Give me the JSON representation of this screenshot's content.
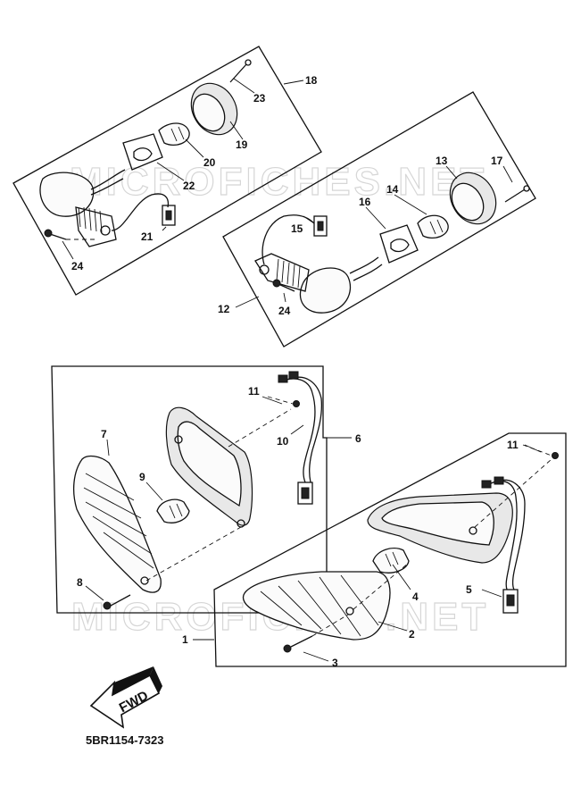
{
  "watermark": {
    "top": "MICROFICHES.NET",
    "bottom": "MICROFICHES.NET"
  },
  "callouts": {
    "c1": "1",
    "c2": "2",
    "c3": "3",
    "c4": "4",
    "c5": "5",
    "c6": "6",
    "c7": "7",
    "c8": "8",
    "c9": "9",
    "c10": "10",
    "c11a": "11",
    "c11b": "11",
    "c12": "12",
    "c13": "13",
    "c14": "14",
    "c15": "15",
    "c16": "16",
    "c17": "17",
    "c18": "18",
    "c19": "19",
    "c20": "20",
    "c21": "21",
    "c22": "22",
    "c23": "23",
    "c24a": "24",
    "c24b": "24"
  },
  "fwd_label": "FWD",
  "diagram_code": "5BR1154-7323",
  "colors": {
    "ink": "#111111",
    "paper": "#ffffff",
    "watermark": "#d6d6d6"
  }
}
